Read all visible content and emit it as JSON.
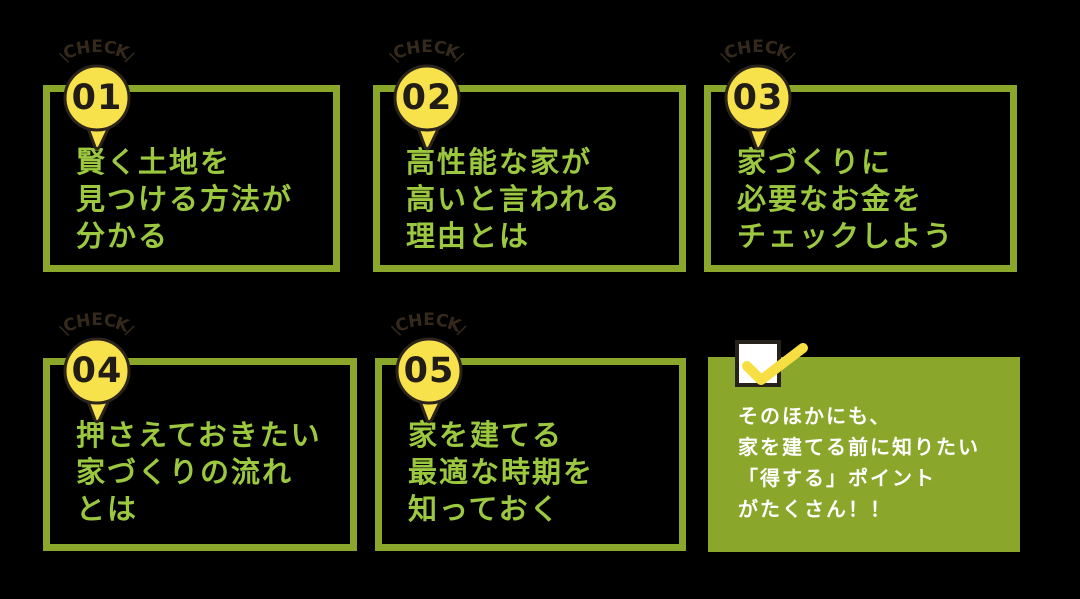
{
  "background": "#000000",
  "colors": {
    "olive_green_border": "#8aa62b",
    "bright_green_text": "#9bc83f",
    "badge_yellow": "#f8e24c",
    "dark_brown": "#35291c",
    "number_dark": "#211d16",
    "promo_text_white": "#ffffff"
  },
  "decor": {
    "slash_left": "\\",
    "slash_right": "/"
  },
  "cards": [
    {
      "check_label": "CHECK",
      "number": "01",
      "lines": [
        "賢く土地を",
        "見つける方法が",
        "分かる"
      ]
    },
    {
      "check_label": "CHECK",
      "number": "02",
      "lines": [
        "高性能な家が",
        "高いと言われる",
        "理由とは"
      ]
    },
    {
      "check_label": "CHECK",
      "number": "03",
      "lines": [
        "家づくりに",
        "必要なお金を",
        "チェックしよう"
      ]
    },
    {
      "check_label": "CHECK",
      "number": "04",
      "lines": [
        "押さえておきたい",
        "家づくりの流れ",
        "とは"
      ]
    },
    {
      "check_label": "CHECK",
      "number": "05",
      "lines": [
        "家を建てる",
        "最適な時期を",
        "知っておく"
      ]
    }
  ],
  "promo": {
    "icon": "checkbox-check-icon",
    "lines": [
      "そのほかにも、",
      "家を建てる前に知りたい",
      "「得する」ポイント",
      "がたくさん！！"
    ]
  }
}
